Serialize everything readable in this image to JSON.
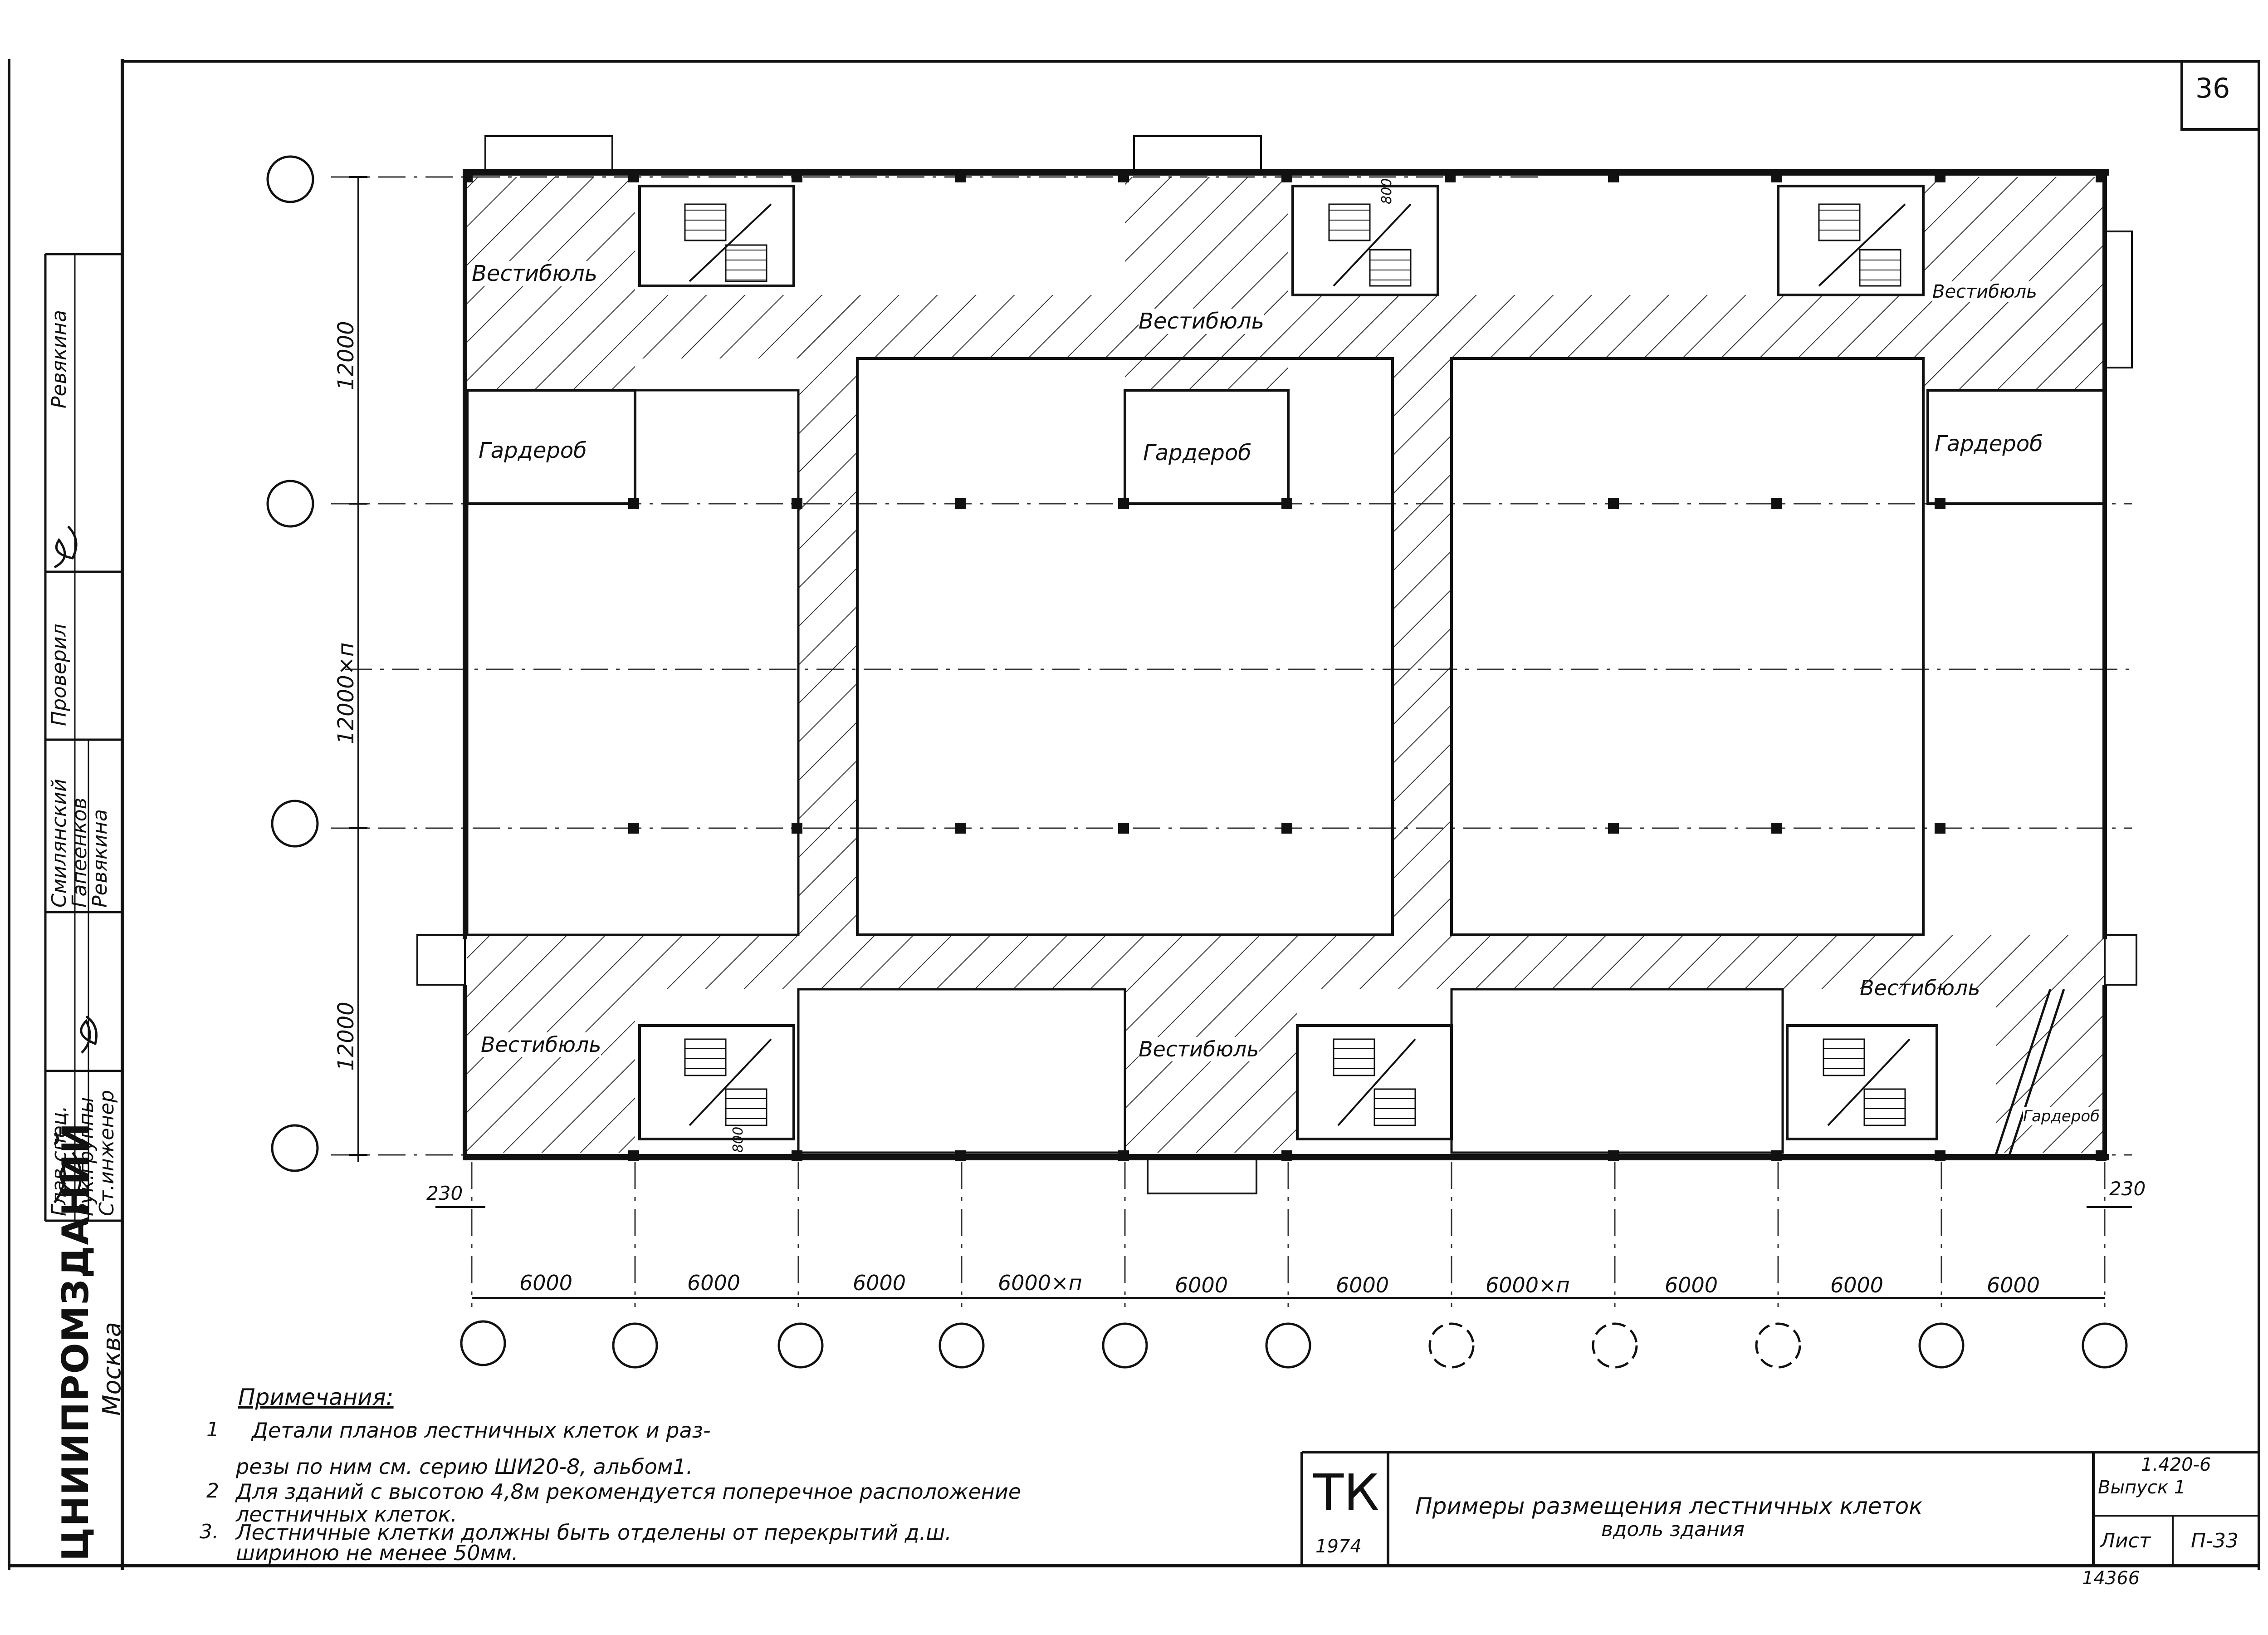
{
  "sheet_number": "36",
  "rooms": {
    "vestibule": "Вестибюль",
    "vestibule_alt": "Вестибюль",
    "wardrobe": "Гардероб",
    "wardrobe_small": "Гардероб"
  },
  "dimensions": {
    "left": [
      "12000",
      "12000×п",
      "12000"
    ],
    "bottom": [
      "6000",
      "6000",
      "6000",
      "6000×п",
      "6000",
      "6000",
      "6000×п",
      "6000",
      "6000",
      "6000"
    ],
    "edge_left": "230",
    "edge_right": "230",
    "stair_small": "800"
  },
  "notes": {
    "heading": "Примечания:",
    "items": [
      {
        "num": "1",
        "text": "Детали планов лестничных клеток и раз-"
      },
      {
        "num": "",
        "text": "резы по ним см. серию ШИ20-8, альбом1."
      },
      {
        "num": "2",
        "text": "Для зданий с высотою 4,8м рекомендуется поперечное расположение"
      },
      {
        "num": "",
        "text": "лестничных клеток."
      },
      {
        "num": "3.",
        "text": "Лестничные клетки должны быть отделены от перекрытий д.ш."
      },
      {
        "num": "",
        "text": "шириною не менее 50мм."
      }
    ]
  },
  "title_block": {
    "org": "ЦНИИПРОМЗДАНИЙ",
    "city": "Москва",
    "roles": [
      "Глав.спец.",
      "Рук.группы",
      "Ст.инженер"
    ],
    "names": [
      "Смилянский",
      "Гапеенков",
      "Ревякина"
    ],
    "checked_label": "Проверил",
    "checked_name": "Ревякина",
    "mark": "ТК",
    "year": "1974",
    "title_line1": "Примеры размещения лестничных клеток",
    "title_line2": "вдоль здания",
    "series": "1.420-6",
    "issue": "Выпуск 1",
    "sheet_label": "Лист",
    "sheet_code": "П-33",
    "inventory": "14366"
  }
}
